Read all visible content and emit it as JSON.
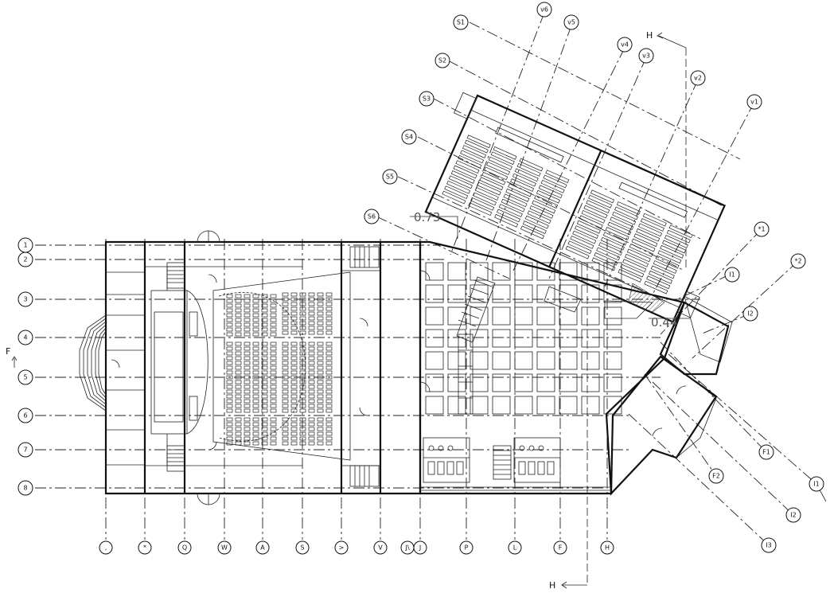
{
  "row_grid": [
    "1",
    "2",
    "3",
    "4",
    "5",
    "6",
    "7",
    "8"
  ],
  "column_grid": [
    ",",
    "*",
    "Q",
    "W",
    "A",
    "S",
    ">",
    "V",
    "J\\",
    "J",
    "P",
    "L",
    "F",
    "H"
  ],
  "wing_grid": [
    "S1",
    "S2",
    "S3",
    "S4",
    "S5",
    "S6",
    "v6",
    "v5",
    "v4",
    "v3",
    "v2",
    "v1"
  ],
  "diagonal_grid": [
    "*1",
    "*2",
    "I1",
    "I2",
    "F1",
    "F2",
    "I1",
    "I2",
    "I3"
  ],
  "levels": [
    "0.73",
    "0.44"
  ],
  "section_marks": [
    "H",
    "H",
    "F"
  ]
}
